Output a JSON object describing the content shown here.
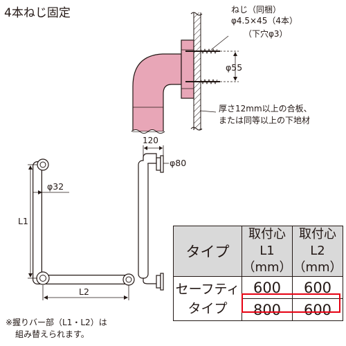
{
  "fix_title": "4本ねじ固定",
  "screw_callout": {
    "line1": "ねじ（同梱）",
    "line2": "φ4.5×45（4本）",
    "line3": "（下穴φ3）"
  },
  "diameter_flange": "φ55",
  "backing_note": {
    "line1": "厚さ12mm以上の合板、",
    "line2": "または同等以上の下地材"
  },
  "dim_depth": "120",
  "diameter_base": "φ80",
  "diameter_bar": "φ32",
  "label_l1": "L1",
  "label_l2": "L2",
  "spec_table": {
    "header_type": "タイプ",
    "header_l1": {
      "line1": "取付心",
      "line2": "L1（mm）"
    },
    "header_l2": {
      "line1": "取付心",
      "line2": "L2（mm）"
    },
    "row_label": {
      "line1": "セーフティ",
      "line2": "タイプ"
    },
    "rows": [
      {
        "l1": "600",
        "l2": "600"
      },
      {
        "l1": "800",
        "l2": "600"
      }
    ],
    "highlight_color": "#e60012"
  },
  "footnote": {
    "line1": "※握りバー部（L1・L2）は",
    "line2": "組み替えられます。"
  },
  "colors": {
    "pipe": "#e8a6b7",
    "pipe_outline": "#231815",
    "table_header": "#d9d9d9"
  }
}
